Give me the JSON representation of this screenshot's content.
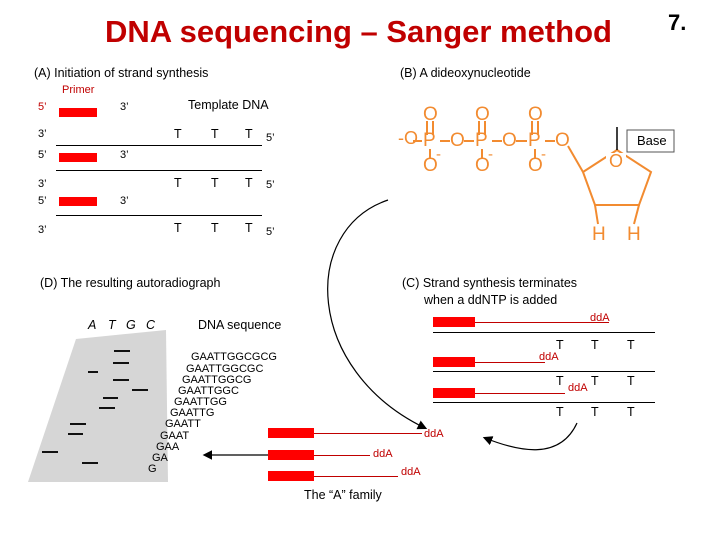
{
  "title": "DNA sequencing – Sanger method",
  "slide_number": "7.",
  "panel_a": {
    "caption": "(A) Initiation of strand synthesis",
    "primer_label": "Primer",
    "template_label": "Template DNA",
    "rows": [
      {
        "top_five": "5’",
        "top_three": "3’",
        "bottom_three": "3’",
        "bases": [
          "T",
          "T",
          "T"
        ],
        "bottom_five": "5’"
      },
      {
        "top_five": "5’",
        "top_three": "3’",
        "bottom_three": "3’",
        "bases": [
          "T",
          "T",
          "T"
        ],
        "bottom_five": "5’"
      },
      {
        "top_five": "5’",
        "top_three": "3’",
        "bottom_three": "3’",
        "bases": [
          "T",
          "T",
          "T"
        ],
        "bottom_five": "5’"
      }
    ]
  },
  "panel_b": {
    "caption": "(B) A dideoxynucleotide",
    "base_label": "Base",
    "atoms": {
      "O": "O",
      "P": "P",
      "H": "H",
      "neg_o": "-O",
      "minus": "-"
    }
  },
  "panel_c": {
    "caption_line1": "(C) Strand synthesis terminates",
    "caption_line2": "when a ddNTP is added",
    "dda": "ddA",
    "t": "T",
    "family_label": "The “A” family"
  },
  "panel_d": {
    "caption": "(D) The resulting autoradiograph",
    "lane_labels": [
      "A",
      "T",
      "G",
      "C"
    ],
    "sequence_label": "DNA sequence",
    "sequences": [
      "GAATTGGCGCG",
      "GAATTGGCGC",
      "GAATTGGCG",
      "GAATTGGC",
      "GAATTGG",
      "GAATTG",
      "GAATT",
      "GAAT",
      "GAA",
      "GA",
      "G"
    ]
  },
  "colors": {
    "title": "#c00000",
    "primer": "#ff0000",
    "molecule": "#f28b30",
    "gel": "#d6d6d6"
  }
}
